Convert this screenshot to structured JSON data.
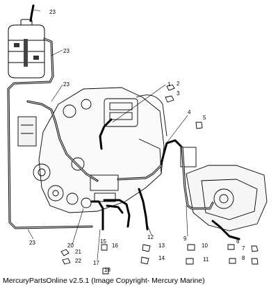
{
  "callouts": {
    "c1": "1",
    "c2": "2",
    "c3": "3",
    "c4": "4",
    "c5": "5",
    "c6": "6",
    "c7": "7",
    "c8": "8",
    "c9": "9",
    "c10": "10",
    "c11": "11",
    "c12": "12",
    "c13": "13",
    "c14": "14",
    "c15": "15",
    "c16": "16",
    "c17": "17",
    "c18": "18",
    "c20": "20",
    "c21": "21",
    "c22": "22",
    "c23_top": "23",
    "c23_reservoir": "23",
    "c23_left": "23",
    "c23_bottom": "23"
  },
  "caption": "MercuryPartsOnline v2.5.1 (Image Copyright- Mercury Marine)"
}
